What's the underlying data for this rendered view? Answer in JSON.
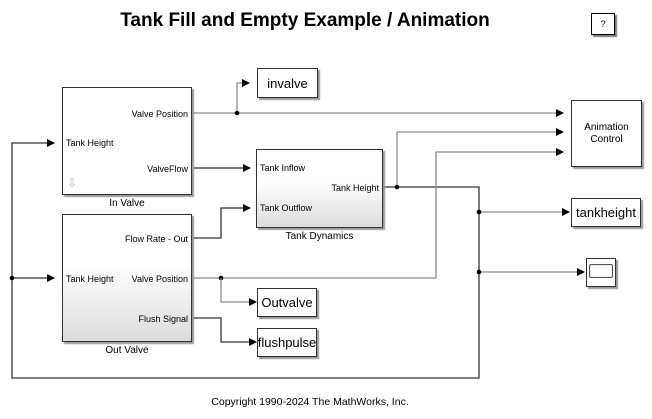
{
  "title": "Tank Fill and Empty Example / Animation",
  "help_button": "?",
  "copyright": "Copyright 1990-2024 The MathWorks, Inc.",
  "blocks": {
    "in_valve": {
      "label": "In Valve",
      "inports": [
        "Tank Height"
      ],
      "outports": [
        "Valve Position",
        "ValveFlow"
      ]
    },
    "out_valve": {
      "label": "Out Valve",
      "inports": [
        "Tank Height"
      ],
      "outports": [
        "Flow Rate - Out",
        "Valve Position",
        "Flush Signal"
      ]
    },
    "tank_dynamics": {
      "label": "Tank Dynamics",
      "inports": [
        "Tank Inflow",
        "Tank Outflow"
      ],
      "outports": [
        "Tank Height"
      ]
    },
    "animation_control": {
      "label": "Animation Control"
    },
    "to_workspace": [
      {
        "name": "invalve"
      },
      {
        "name": "tankheight"
      },
      {
        "name": "Outvalve"
      },
      {
        "name": "flushpulse"
      }
    ],
    "scope": {
      "icon": "scope-icon"
    }
  },
  "colors": {
    "wire": "#8c8c8c",
    "wire_dark": "#333333",
    "block_border": "#333333",
    "arrow_icon": "#bbbbbb"
  }
}
